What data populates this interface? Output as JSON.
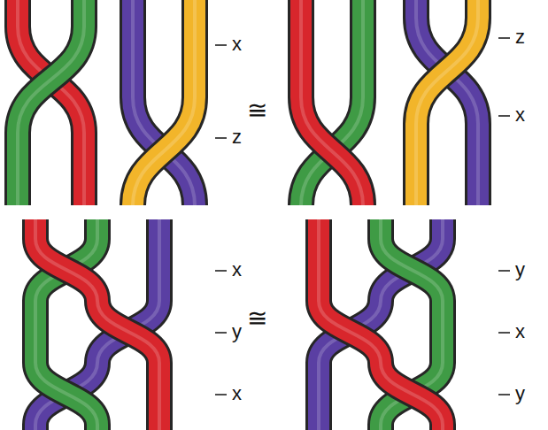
{
  "diagram": {
    "labels": [
      "x",
      "z",
      "≅",
      "z",
      "x",
      "x",
      "y",
      "x",
      "≅",
      "y",
      "x",
      "y"
    ]
  }
}
